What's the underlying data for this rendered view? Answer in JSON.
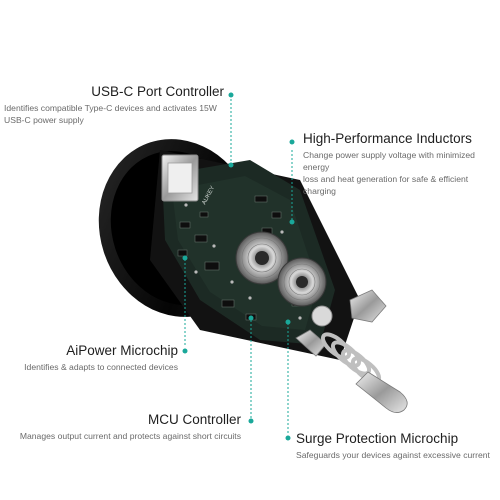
{
  "callouts": {
    "usbc": {
      "title": "USB-C Port Controller",
      "desc_line1": "Identifies compatible Type-C devices and activates 15W",
      "desc_line2": "USB-C power supply"
    },
    "inductors": {
      "title": "High-Performance Inductors",
      "desc_line1": "Change power supply voltage with minimized energy",
      "desc_line2": "loss and heat generation for safe & efficient charging"
    },
    "aipower": {
      "title": "AiPower Microchip",
      "desc_line1": "Identifies & adapts to connected devices"
    },
    "mcu": {
      "title": "MCU Controller",
      "desc_line1": "Manages output current and protects against short circuits"
    },
    "surge": {
      "title": "Surge Protection Microchip",
      "desc_line1": "Safeguards your devices against excessive current"
    }
  },
  "board_text": "AUKEY",
  "colors": {
    "accent": "#1aa89a",
    "shell": "#0b0b0b",
    "pcb": "#1c2a24",
    "metal": "#c9c9c9"
  }
}
